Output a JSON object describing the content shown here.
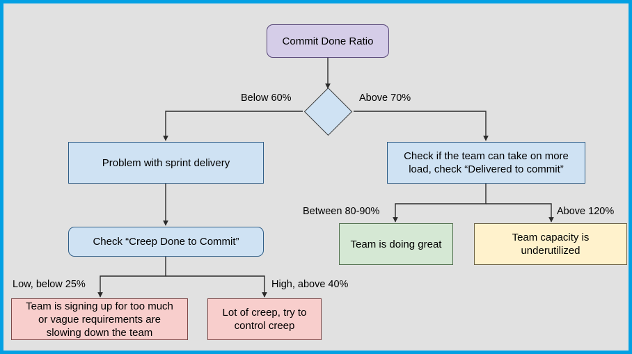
{
  "diagram": {
    "title_node": "Commit Done Ratio",
    "canvas_color": "#e1e1e1",
    "border_color": "#03a0e3",
    "nodes": [
      {
        "id": "commit-done-ratio",
        "label": "Commit Done Ratio",
        "color": "#d5cde8",
        "shape": "rounded-rect"
      },
      {
        "id": "decision",
        "label": "",
        "color": "#cfe2f3",
        "shape": "diamond"
      },
      {
        "id": "problem-sprint-delivery",
        "label": "Problem with sprint delivery",
        "color": "#cfe2f3",
        "shape": "rect"
      },
      {
        "id": "check-team-load",
        "label": "Check if the team can take on more\nload, check “Delivered to commit”",
        "color": "#cfe2f3",
        "shape": "rect"
      },
      {
        "id": "check-creep-done",
        "label": "Check “Creep Done to Commit”",
        "color": "#cfe2f3",
        "shape": "rounded-rect"
      },
      {
        "id": "team-doing-great",
        "label": "Team is doing great",
        "color": "#d5e8d4",
        "shape": "rect"
      },
      {
        "id": "team-capacity-underutilized",
        "label": "Team capacity is\nunderutilized",
        "color": "#fff2cc",
        "shape": "rect"
      },
      {
        "id": "signing-up-too-much",
        "label": "Team is signing up for too much\nor vague requirements are\nslowing down the team",
        "color": "#f8cecc",
        "shape": "rect"
      },
      {
        "id": "lot-of-creep",
        "label": "Lot of creep, try to\ncontrol creep",
        "color": "#f8cecc",
        "shape": "rect"
      }
    ],
    "edge_labels": {
      "below_60": "Below 60%",
      "above_70": "Above 70%",
      "between_80_90": "Between 80-90%",
      "above_120": "Above 120%",
      "low_below_25": "Low, below 25%",
      "high_above_40": "High, above 40%"
    }
  }
}
